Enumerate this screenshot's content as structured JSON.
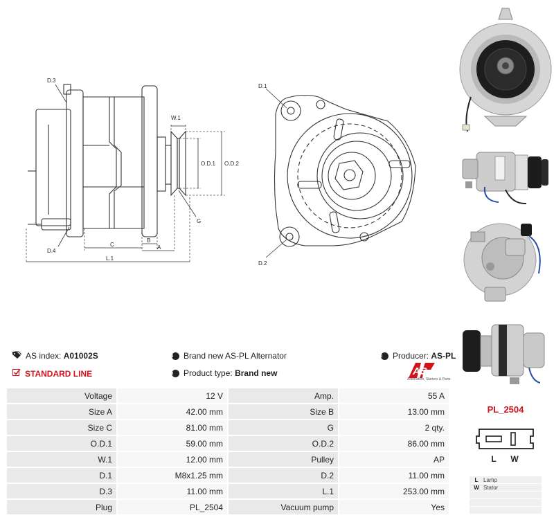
{
  "drawing": {
    "labels": {
      "d3": "D.3",
      "d4": "D.4",
      "w1": "W.1",
      "od1": "O.D.1",
      "od2": "O.D.2",
      "g": "G",
      "c": "C",
      "b": "B",
      "a": "A",
      "l1": "L.1",
      "d1": "D.1",
      "d2": "D.2"
    }
  },
  "info": {
    "index_label": "AS index:",
    "index_value": "A01002S",
    "line": "STANDARD LINE",
    "description": "Brand new AS-PL Alternator",
    "type_label": "Product type:",
    "type_value": "Brand new",
    "producer_label": "Producer:",
    "producer_value": "AS-PL"
  },
  "brand": {
    "logo_text": "AS",
    "tagline": "Alternators, Starters & Parts",
    "color": "#d0141c"
  },
  "specs": [
    {
      "l1": "Voltage",
      "v1": "12 V",
      "l2": "Amp.",
      "v2": "55 A"
    },
    {
      "l1": "Size A",
      "v1": "42.00 mm",
      "l2": "Size B",
      "v2": "13.00 mm"
    },
    {
      "l1": "Size C",
      "v1": "81.00 mm",
      "l2": "G",
      "v2": "2 qty."
    },
    {
      "l1": "O.D.1",
      "v1": "59.00 mm",
      "l2": "O.D.2",
      "v2": "86.00 mm"
    },
    {
      "l1": "W.1",
      "v1": "12.00 mm",
      "l2": "Pulley",
      "v2": "AP"
    },
    {
      "l1": "D.1",
      "v1": "M8x1.25 mm",
      "l2": "D.2",
      "v2": "11.00 mm"
    },
    {
      "l1": "D.3",
      "v1": "11.00 mm",
      "l2": "L.1",
      "v2": "253.00 mm"
    },
    {
      "l1": "Plug",
      "v1": "PL_2504",
      "l2": "Vacuum pump",
      "v2": "Yes"
    }
  ],
  "plug": {
    "code": "PL_2504",
    "pins": [
      "L",
      "W"
    ],
    "legend": [
      {
        "key": "L",
        "value": "Lamp"
      },
      {
        "key": "W",
        "value": "Stator"
      }
    ]
  },
  "colors": {
    "accent": "#d0141c",
    "label_bg": "#e9e9e9",
    "value_bg": "#f7f7f7"
  }
}
